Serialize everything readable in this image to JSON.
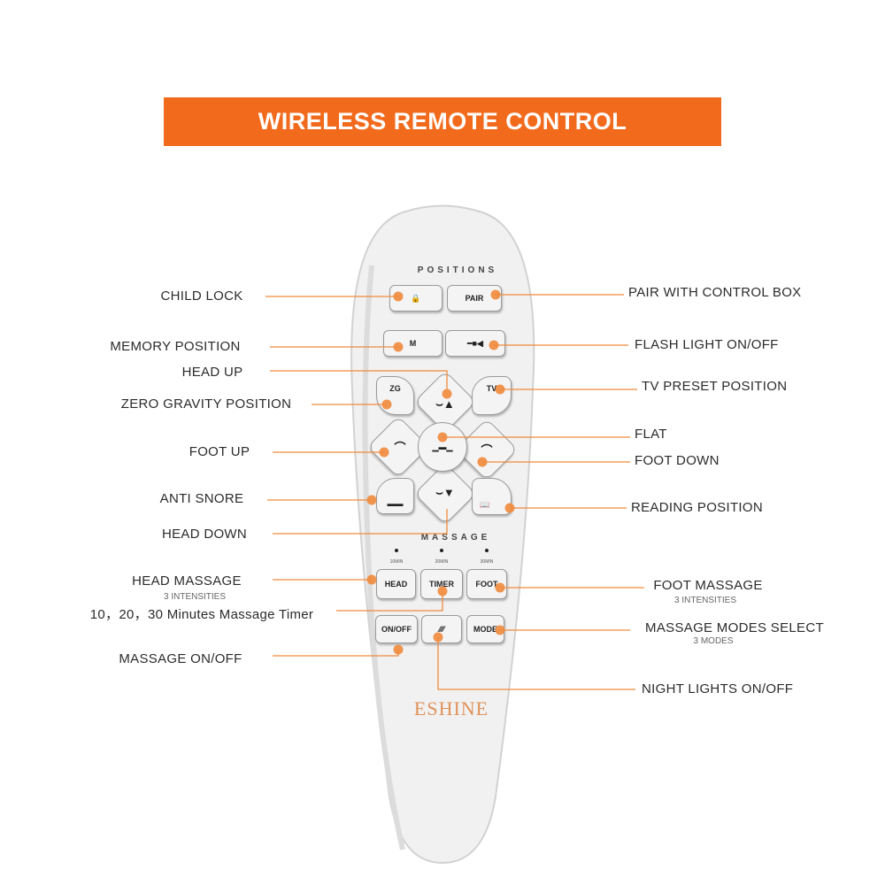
{
  "title": "WIRELESS REMOTE CONTROL",
  "accent_color": "#f26b1d",
  "remote": {
    "positions_heading": "POSITIONS",
    "massage_heading": "MASSAGE",
    "timer_marks": [
      "10MIN",
      "20MIN",
      "30MIN"
    ],
    "buttons": {
      "lock_icon": "lock-icon",
      "pair": "PAIR",
      "memory": "M",
      "flash_icon": "flashlight-icon",
      "zg": "ZG",
      "tv": "TV",
      "head": "HEAD",
      "timer": "TIMER",
      "foot": "FOOT",
      "onoff": "ON/OFF",
      "night_icon": "night-light-icon",
      "mode": "MODE"
    },
    "brand": "ESHINE"
  },
  "callouts": {
    "child_lock": "CHILD LOCK",
    "pair": "PAIR WITH CONTROL BOX",
    "memory": "MEMORY POSITION",
    "flash": "FLASH LIGHT ON/OFF",
    "head_up": "HEAD UP",
    "tv": "TV PRESET POSITION",
    "zero_gravity": "ZERO GRAVITY POSITION",
    "flat": "FLAT",
    "foot_up": "FOOT UP",
    "foot_down": "FOOT DOWN",
    "anti_snore": "ANTI SNORE",
    "reading": "READING POSITION",
    "head_down": "HEAD DOWN",
    "head_massage": "HEAD MASSAGE",
    "head_massage_sub": "3 INTENSITIES",
    "foot_massage": "FOOT MASSAGE",
    "foot_massage_sub": "3 INTENSITIES",
    "timer": "10，20，30 Minutes Massage Timer",
    "modes": "MASSAGE MODES SELECT",
    "modes_sub": "3 MODES",
    "massage_onoff": "MASSAGE ON/OFF",
    "night_lights": "NIGHT LIGHTS ON/OFF"
  }
}
